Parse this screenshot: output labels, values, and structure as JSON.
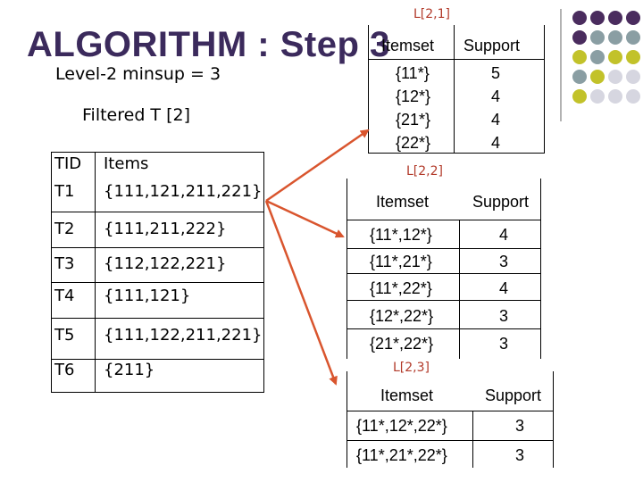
{
  "title": "ALGORITHM : Step 3",
  "subtitle": "Level-2 minsup = 3",
  "filtered_label": "Filtered T [2]",
  "tid_table": {
    "headers": [
      "TID",
      "Items"
    ],
    "rows": [
      [
        "T1",
        "{111,121,211,221}"
      ],
      [
        "T2",
        "{111,211,222}"
      ],
      [
        "T3",
        "{112,122,221}"
      ],
      [
        "T4",
        "{111,121}"
      ],
      [
        "T5",
        "{111,122,211,221}"
      ],
      [
        "T6",
        "{211}"
      ]
    ]
  },
  "l21": {
    "label": "L[2,1]",
    "headers": [
      "Itemset",
      "Support"
    ],
    "rows": [
      [
        "{11*}",
        "5"
      ],
      [
        "{12*}",
        "4"
      ],
      [
        "{21*}",
        "4"
      ],
      [
        "{22*}",
        "4"
      ]
    ]
  },
  "l22": {
    "label": "L[2,2]",
    "headers": [
      "Itemset",
      "Support"
    ],
    "rows": [
      [
        "{11*,12*}",
        "4"
      ],
      [
        "{11*,21*}",
        "3"
      ],
      [
        "{11*,22*}",
        "4"
      ],
      [
        "{12*,22*}",
        "3"
      ],
      [
        "{21*,22*}",
        "3"
      ]
    ]
  },
  "l23": {
    "label": "L[2,3]",
    "headers": [
      "Itemset",
      "Support"
    ],
    "rows": [
      [
        "{11*,12*,22*}",
        "3"
      ],
      [
        "{11*,21*,22*}",
        "3"
      ]
    ]
  },
  "colors": {
    "title": "#3b2a5c",
    "arrow": "#d9552e",
    "label": "#b23a2a",
    "dot_purple": "#4a2c5e",
    "dot_teal": "#8a9ea3",
    "dot_yellow": "#c2c22a",
    "dot_gray": "#d6d6e0"
  }
}
